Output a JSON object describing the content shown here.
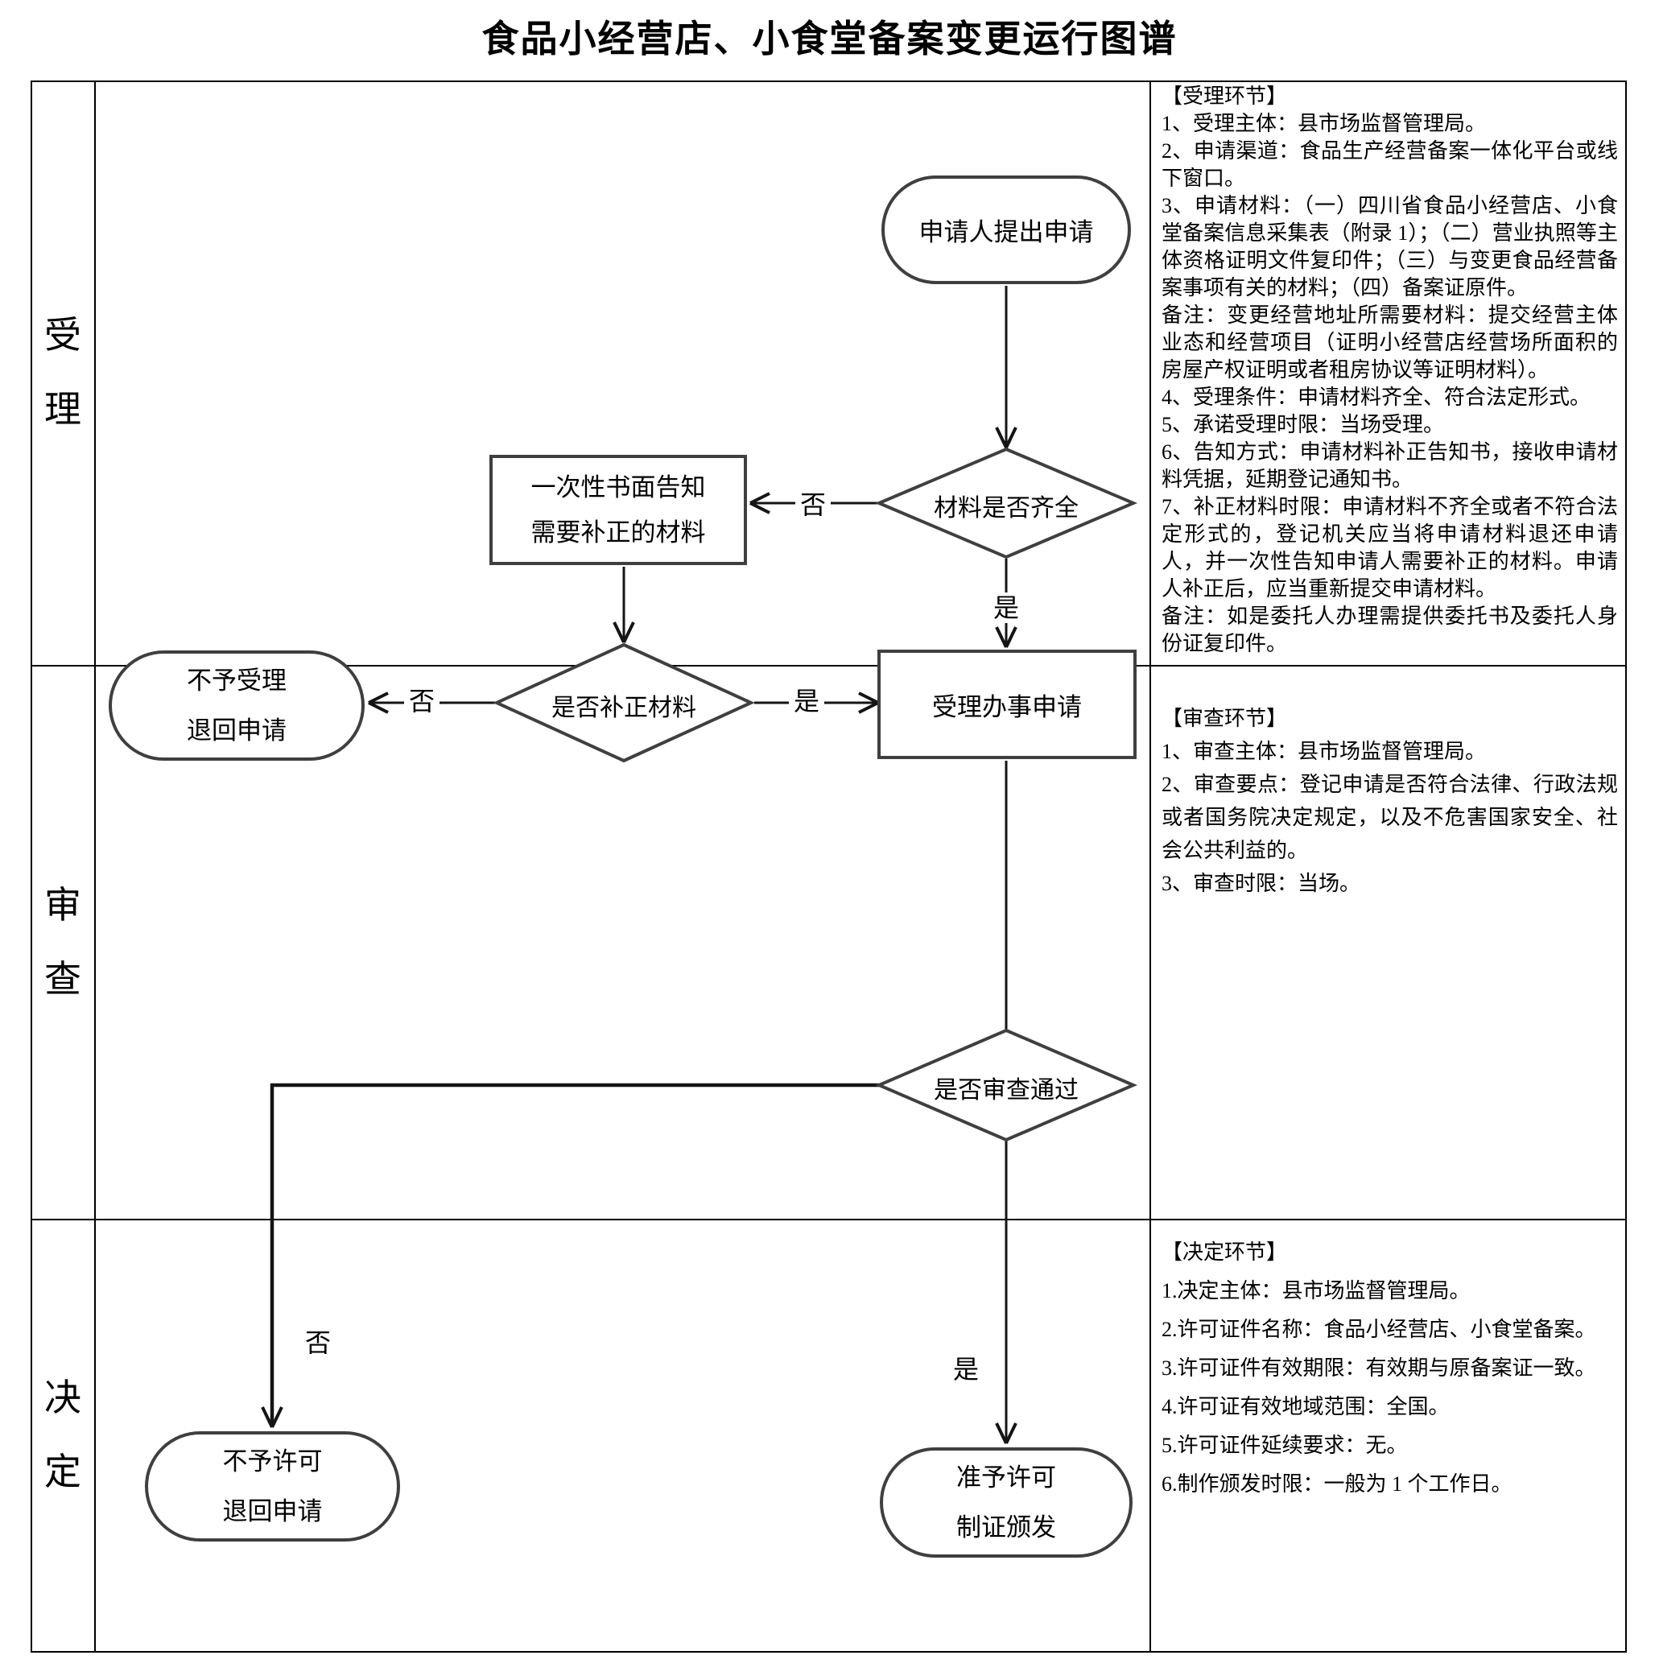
{
  "title": "食品小经营店、小食堂备案变更运行图谱",
  "stages": {
    "accept": {
      "char1": "受",
      "char2": "理"
    },
    "review": {
      "char1": "审",
      "char2": "查"
    },
    "decide": {
      "char1": "决",
      "char2": "定"
    }
  },
  "flow": {
    "nodes": {
      "start": {
        "label": "申请人提出申请"
      },
      "check_complete": {
        "label": "材料是否齐全"
      },
      "notify": {
        "line1": "一次性书面告知",
        "line2": "需要补正的材料"
      },
      "check_supplement": {
        "label": "是否补正材料"
      },
      "reject_accept": {
        "line1": "不予受理",
        "line2": "退回申请"
      },
      "accept_apply": {
        "label": "受理办事申请"
      },
      "check_review": {
        "label": "是否审查通过"
      },
      "deny_license": {
        "line1": "不予许可",
        "line2": "退回申请"
      },
      "grant_license": {
        "line1": "准予许可",
        "line2": "制证颁发"
      }
    },
    "edges": {
      "no1": "否",
      "yes1": "是",
      "no2": "否",
      "yes2": "是",
      "no3": "否",
      "yes3": "是"
    }
  },
  "notes": {
    "accept": {
      "heading": "【受理环节】",
      "paras": [
        "1、受理主体：县市场监督管理局。",
        "2、申请渠道：食品生产经营备案一体化平台或线下窗口。",
        "3、申请材料：（一）四川省食品小经营店、小食堂备案信息采集表（附录 1）；（二）营业执照等主体资格证明文件复印件；（三）与变更食品经营备案事项有关的材料；（四）备案证原件。",
        "备注：变更经营地址所需要材料：提交经营主体业态和经营项目（证明小经营店经营场所面积的房屋产权证明或者租房协议等证明材料）。",
        "4、受理条件：申请材料齐全、符合法定形式。",
        "5、承诺受理时限：当场受理。",
        "6、告知方式：申请材料补正告知书，接收申请材料凭据，延期登记通知书。",
        "7、补正材料时限：申请材料不齐全或者不符合法定形式的，登记机关应当将申请材料退还申请人，并一次性告知申请人需要补正的材料。申请人补正后，应当重新提交申请材料。",
        "备注：如是委托人办理需提供委托书及委托人身份证复印件。"
      ]
    },
    "review": {
      "heading": "【审查环节】",
      "paras": [
        "1、审查主体：县市场监督管理局。",
        "2、审查要点：登记申请是否符合法律、行政法规或者国务院决定规定，以及不危害国家安全、社会公共利益的。",
        "3、审查时限：当场。"
      ]
    },
    "decide": {
      "heading": "【决定环节】",
      "paras": [
        "1.决定主体：县市场监督管理局。",
        "2.许可证件名称：食品小经营店、小食堂备案。",
        "3.许可证件有效期限：有效期与原备案证一致。",
        "4.许可证有效地域范围：全国。",
        "5.许可证件延续要求：无。",
        "6.制作颁发时限：一般为 1 个工作日。"
      ]
    }
  }
}
